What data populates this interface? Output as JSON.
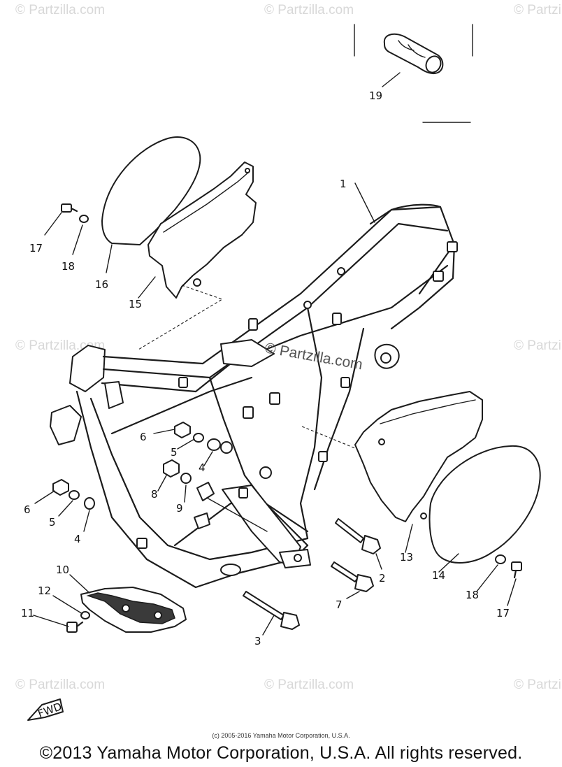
{
  "diagram": {
    "callouts": [
      {
        "id": "c1",
        "text": "1"
      },
      {
        "id": "c2",
        "text": "2"
      },
      {
        "id": "c3",
        "text": "3"
      },
      {
        "id": "c4a",
        "text": "4"
      },
      {
        "id": "c4b",
        "text": "4"
      },
      {
        "id": "c5a",
        "text": "5"
      },
      {
        "id": "c5b",
        "text": "5"
      },
      {
        "id": "c6a",
        "text": "6"
      },
      {
        "id": "c6b",
        "text": "6"
      },
      {
        "id": "c7",
        "text": "7"
      },
      {
        "id": "c8",
        "text": "8"
      },
      {
        "id": "c9",
        "text": "9"
      },
      {
        "id": "c10",
        "text": "10"
      },
      {
        "id": "c11",
        "text": "11"
      },
      {
        "id": "c12",
        "text": "12"
      },
      {
        "id": "c13",
        "text": "13"
      },
      {
        "id": "c14",
        "text": "14"
      },
      {
        "id": "c15",
        "text": "15"
      },
      {
        "id": "c16",
        "text": "16"
      },
      {
        "id": "c17a",
        "text": "17"
      },
      {
        "id": "c17b",
        "text": "17"
      },
      {
        "id": "c18a",
        "text": "18"
      },
      {
        "id": "c18b",
        "text": "18"
      },
      {
        "id": "c19",
        "text": "19"
      }
    ],
    "fwd_label": "FWD"
  },
  "watermarks": {
    "corner": "© Partzilla.com",
    "center": "© Partzilla.com"
  },
  "footer": {
    "credit": "(c) 2005-2016 Yamaha Motor Corporation, U.S.A.",
    "copyright": "©2013 Yamaha Motor Corporation, U.S.A. All rights reserved."
  }
}
